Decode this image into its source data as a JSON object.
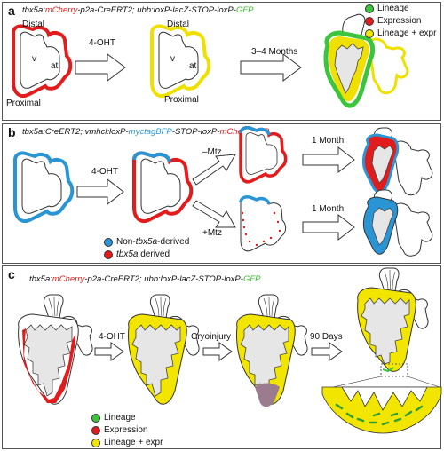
{
  "panel_a": {
    "label": "a",
    "genotype": {
      "g1": "tbx5a:",
      "g2": "mCherry",
      "g3": "-p2a-CreERT2; ubb:loxP-lacZ-STOP-loxP-",
      "g4": "GFP"
    },
    "distal_1": "Distal",
    "v_1": "v",
    "at_1": "at",
    "proximal_1": "Proximal",
    "step1": "4-OHT",
    "distal_2": "Distal",
    "v_2": "v",
    "at_2": "at",
    "proximal_2": "Proximal",
    "step2": "3–4 Months",
    "legend": [
      "Lineage",
      "Expression",
      "Lineage + expr"
    ]
  },
  "panel_b": {
    "label": "b",
    "genotype": {
      "g1": "tbx5a:CreERT2; vmhcl:loxP-",
      "g2": "myctagBFP",
      "g3": "-STOP-loxP-",
      "g4": "mCherryNTR"
    },
    "step1": "4-OHT",
    "minus_mtz": "–Mtz",
    "plus_mtz": "+Mtz",
    "month1": "1 Month",
    "month2": "1 Month",
    "legend_1a": "Non-",
    "legend_1b": "tbx5a",
    "legend_1c": "-derived",
    "legend_2a": "tbx5a",
    "legend_2b": " derived"
  },
  "panel_c": {
    "label": "c",
    "genotype": {
      "g1": "tbx5a:",
      "g2": "mCherry",
      "g3": "-p2a-CreERT2; ubb:loxP-lacZ-STOP-loxP-",
      "g4": "GFP"
    },
    "step1": "4-OHT",
    "step2": "Cryoinjury",
    "step3": "90 Days",
    "legend": [
      "Lineage",
      "Expression",
      "Lineage + expr"
    ]
  },
  "colors": {
    "red": "#e21c1c",
    "yellow": "#f2e600",
    "green": "#3cc43c",
    "blue": "#2a95d5",
    "injury": "#9b7b8e",
    "gray": "#e6e6e6"
  }
}
